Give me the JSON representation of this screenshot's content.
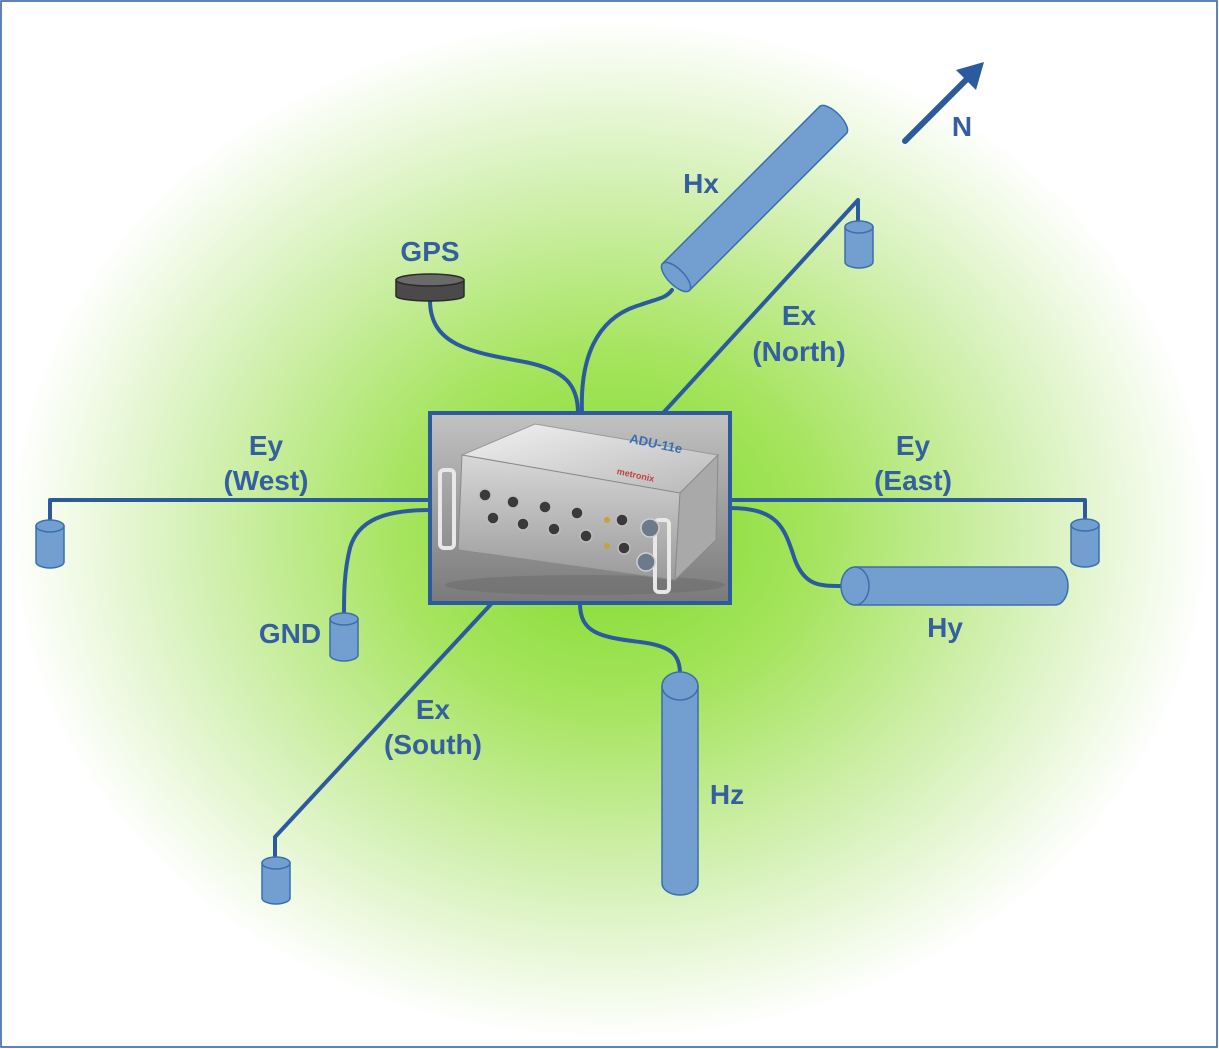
{
  "colors": {
    "wire": "#2c5a9e",
    "sensor_fill": "#729fcf",
    "sensor_stroke": "#3a6eae",
    "label": "#35609f",
    "field_center": "#8ee03a",
    "field_edge": "#ffffff",
    "frame": "#1f4e79",
    "gps_fill": "#555555"
  },
  "labels": {
    "gps": "GPS",
    "hx": "Hx",
    "north": "N",
    "ex_north_line1": "Ex",
    "ex_north_line2": "(North)",
    "ey_west_line1": "Ey",
    "ey_west_line2": "(West)",
    "ey_east_line1": "Ey",
    "ey_east_line2": "(East)",
    "gnd": "GND",
    "hy": "Hy",
    "ex_south_line1": "Ex",
    "ex_south_line2": "(South)",
    "hz": "Hz"
  },
  "device": {
    "brand": "metronix",
    "model": "ADU-11e",
    "icon": "data-logger-device"
  }
}
